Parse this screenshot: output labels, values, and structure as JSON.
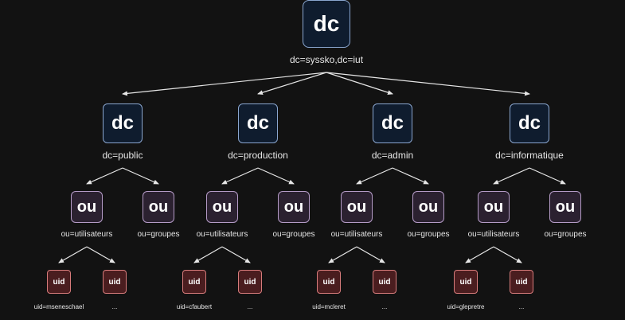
{
  "diagram": {
    "root": {
      "node_text": "dc",
      "label": "dc=syssko,dc=iut"
    },
    "branches": [
      {
        "node_text": "dc",
        "label": "dc=public",
        "ous": [
          {
            "node_text": "ou",
            "label": "ou=utilisateurs"
          },
          {
            "node_text": "ou",
            "label": "ou=groupes"
          }
        ],
        "uids": [
          {
            "node_text": "uid",
            "label": "uid=mseneschael"
          },
          {
            "node_text": "uid",
            "label": "..."
          }
        ]
      },
      {
        "node_text": "dc",
        "label": "dc=production",
        "ous": [
          {
            "node_text": "ou",
            "label": "ou=utilisateurs"
          },
          {
            "node_text": "ou",
            "label": "ou=groupes"
          }
        ],
        "uids": [
          {
            "node_text": "uid",
            "label": "uid=cfaubert"
          },
          {
            "node_text": "uid",
            "label": "..."
          }
        ]
      },
      {
        "node_text": "dc",
        "label": "dc=admin",
        "ous": [
          {
            "node_text": "ou",
            "label": "ou=utilisateurs"
          },
          {
            "node_text": "ou",
            "label": "ou=groupes"
          }
        ],
        "uids": [
          {
            "node_text": "uid",
            "label": "uid=mcleret"
          },
          {
            "node_text": "uid",
            "label": "..."
          }
        ]
      },
      {
        "node_text": "dc",
        "label": "dc=informatique",
        "ous": [
          {
            "node_text": "ou",
            "label": "ou=utilisateurs"
          },
          {
            "node_text": "ou",
            "label": "ou=groupes"
          }
        ],
        "uids": [
          {
            "node_text": "uid",
            "label": "uid=glepretre"
          },
          {
            "node_text": "uid",
            "label": "..."
          }
        ]
      }
    ],
    "colors": {
      "background": "#121212",
      "dc_fill": "#0f1c2e",
      "dc_border": "#8aa6cf",
      "ou_fill": "#2b2130",
      "ou_border": "#b49bc6",
      "uid_fill": "#4a1d1f",
      "uid_border": "#d77b7b",
      "edge": "#e6e6e6"
    }
  }
}
